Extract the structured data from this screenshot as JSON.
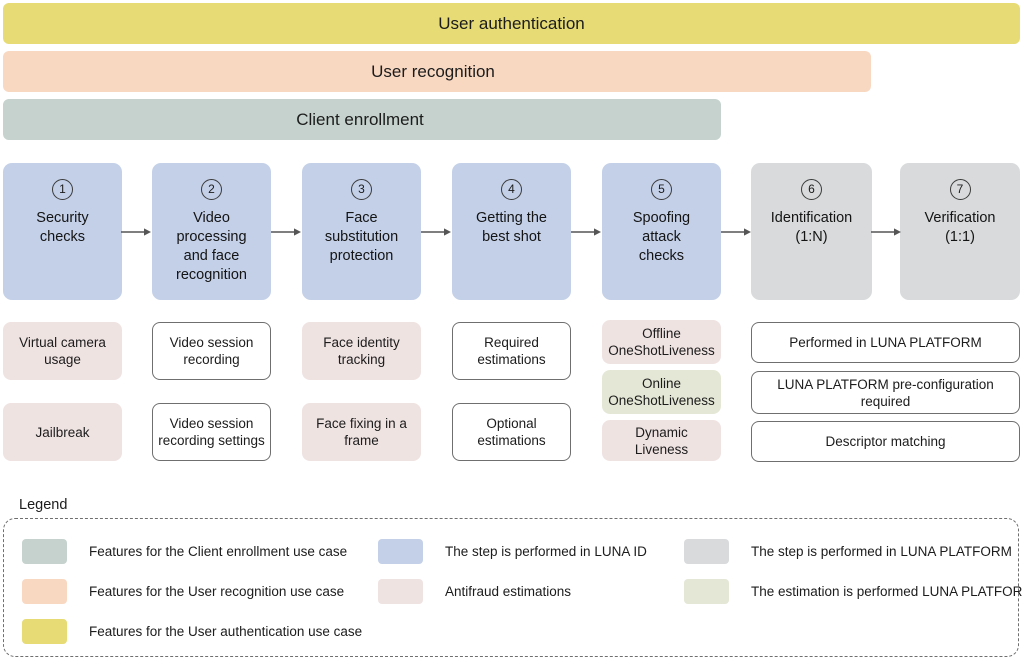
{
  "banners": [
    {
      "id": "user-authentication",
      "label": "User authentication",
      "color": "#e6db75"
    },
    {
      "id": "user-recognition",
      "label": "User recognition",
      "color": "#f9d8c2"
    },
    {
      "id": "client-enrollment",
      "label": "Client enrollment",
      "color": "#c5d2ce"
    }
  ],
  "steps": [
    {
      "num": "①",
      "number": "1",
      "label": "Security\nchecks",
      "system": "LUNA ID",
      "color": "#c3d0e8"
    },
    {
      "num": "②",
      "number": "2",
      "label": "Video\nprocessing\nand face\nrecognition",
      "system": "LUNA ID",
      "color": "#c3d0e8"
    },
    {
      "num": "③",
      "number": "3",
      "label": "Face\nsubstitution\nprotection",
      "system": "LUNA ID",
      "color": "#c3d0e8"
    },
    {
      "num": "④",
      "number": "4",
      "label": "Getting the\nbest shot",
      "system": "LUNA ID",
      "color": "#c3d0e8"
    },
    {
      "num": "⑤",
      "number": "5",
      "label": "Spoofing\nattack\nchecks",
      "system": "LUNA ID",
      "color": "#c3d0e8"
    },
    {
      "num": "⑥",
      "number": "6",
      "label": "Identification\n(1:N)",
      "system": "LUNA PLATFORM",
      "color": "#d8dadb"
    },
    {
      "num": "⑦",
      "number": "7",
      "label": "Verification\n(1:1)",
      "system": "LUNA PLATFORM",
      "color": "#d8dadb"
    }
  ],
  "sub_items": [
    {
      "id": "virtual-camera-usage",
      "label": "Virtual camera\nusage",
      "style": "antifraud"
    },
    {
      "id": "jailbreak",
      "label": "Jailbreak",
      "style": "antifraud"
    },
    {
      "id": "video-session-recording",
      "label": "Video session\nrecording",
      "style": "plain"
    },
    {
      "id": "video-session-rec-settings",
      "label": "Video session\nrecording settings",
      "style": "plain"
    },
    {
      "id": "face-identity-tracking",
      "label": "Face identity\ntracking",
      "style": "antifraud"
    },
    {
      "id": "face-fixing-in-a-frame",
      "label": "Face fixing in a\nframe",
      "style": "antifraud"
    },
    {
      "id": "required-estimations",
      "label": "Required\nestimations",
      "style": "plain"
    },
    {
      "id": "optional-estimations",
      "label": "Optional\nestimations",
      "style": "plain"
    },
    {
      "id": "offline-oneshotliveness",
      "label": "Offline\nOneShotLiveness",
      "style": "antifraud"
    },
    {
      "id": "online-oneshotliveness",
      "label": "Online\nOneShotLiveness",
      "style": "estim"
    },
    {
      "id": "dynamic-liveness",
      "label": "Dynamic Liveness",
      "style": "antifraud"
    },
    {
      "id": "performed-in-luna-platform",
      "label": "Performed in LUNA PLATFORM",
      "style": "plain"
    },
    {
      "id": "luna-platform-preconfig",
      "label": "LUNA PLATFORM pre-configuration\nrequired",
      "style": "plain"
    },
    {
      "id": "descriptor-matching",
      "label": "Descriptor matching",
      "style": "plain"
    }
  ],
  "legend": {
    "title": "Legend",
    "entries": [
      {
        "id": "client-enrollment-features",
        "color": "#c5d2ce",
        "label": "Features for the Client enrollment use case"
      },
      {
        "id": "user-recognition-features",
        "color": "#f9d8c2",
        "label": "Features for the User recognition use case"
      },
      {
        "id": "user-authentication-features",
        "color": "#e6db75",
        "label": "Features for the User authentication use case"
      },
      {
        "id": "step-luna-id",
        "color": "#c3d0e8",
        "label": "The step is performed in LUNA ID"
      },
      {
        "id": "antifraud-estimations",
        "color": "#efe3e2",
        "label": "Antifraud estimations"
      },
      {
        "id": "step-luna-platform",
        "color": "#d8dadb",
        "label": "The step is performed in LUNA PLATFORM"
      },
      {
        "id": "estimation-luna-platform",
        "color": "#e4e7d5",
        "label": "The estimation is performed LUNA PLATFORM"
      }
    ]
  }
}
